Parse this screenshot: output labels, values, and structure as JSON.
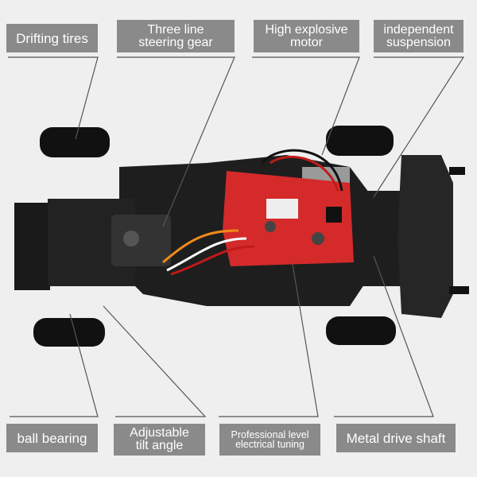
{
  "top_labels": {
    "drifting_tires": "Drifting tires",
    "steering_line1": "Three line",
    "steering_line2": "steering gear",
    "motor_line1": "High explosive",
    "motor_line2": "motor",
    "suspension_line1": "independent",
    "suspension_line2": "suspension"
  },
  "bottom_labels": {
    "ball_bearing": "ball bearing",
    "tilt_line1": "Adjustable",
    "tilt_line2": "tilt angle",
    "tuning_line1": "Professional level",
    "tuning_line2": "electrical tuning",
    "drive_shaft": "Metal drive shaft"
  },
  "colors": {
    "label_bg": "#8a8a8a",
    "board": "#d42a2a",
    "chassis": "#1c1c1c",
    "background": "#efefef"
  }
}
